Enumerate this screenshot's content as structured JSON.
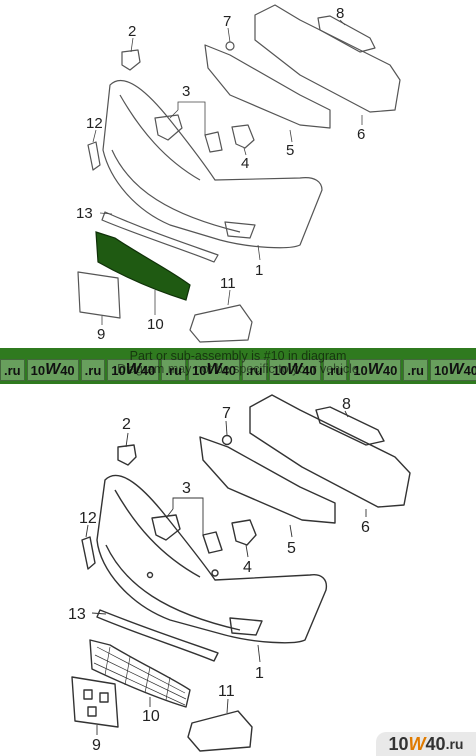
{
  "banner": {
    "notice_line1": "Part or sub-assembly is #10 in diagram",
    "notice_line2": "Diagram may not be specific to your vehicle",
    "watermark": [
      ".ru",
      "10",
      "W",
      "40",
      ".ru",
      "10",
      "W",
      "40",
      ".ru",
      "10",
      "W",
      "40",
      ".ru",
      "10",
      "W",
      "40",
      ".ru",
      "10",
      "W",
      "40",
      ".ru",
      "10",
      "W",
      "40",
      ".ru"
    ]
  },
  "logo": {
    "prefix": "10",
    "w": "W",
    "suffix": "40",
    "tld": ".ru"
  },
  "colors": {
    "line": "#333333",
    "highlight": "#1f5a12",
    "banner": "#2f7a1f"
  },
  "callouts": {
    "c1": "1",
    "c2": "2",
    "c3": "3",
    "c4": "4",
    "c5": "5",
    "c6": "6",
    "c7": "7",
    "c8": "8",
    "c9": "9",
    "c10": "10",
    "c11": "11",
    "c12": "12",
    "c13": "13"
  }
}
